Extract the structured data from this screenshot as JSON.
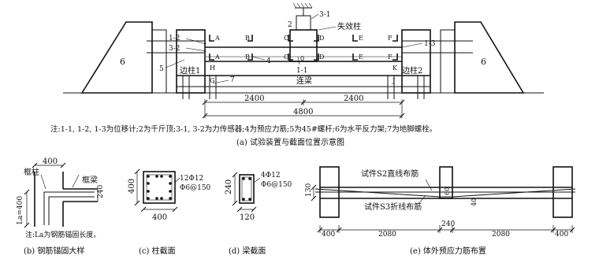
{
  "panel_a": {
    "caption": "(a) 试验装置与截面位置示意图",
    "note": "注:1-1, 1-2, 1-3为位移计;2为千斤顶;3-1, 3-2为力传感器;4为预应力筋;5为45#螺杆;6为水平反力架;7为地脚螺栓。",
    "label_3_1": "3-1",
    "label_2": "2",
    "label_failed_column": "失效柱",
    "label_1_2": "1-2",
    "label_3_2": "3-2",
    "label_1_3": "1-3",
    "label_5": "5",
    "label_4": "4",
    "label_1_1": "1-1",
    "label_0": "0",
    "label_6_left": "6",
    "label_6_right": "6",
    "label_side_column_1": "边柱1",
    "label_side_column_2": "边柱2",
    "label_7": "7",
    "label_beam": "连梁",
    "sections": {
      "A": "A",
      "B": "B",
      "C": "C",
      "D": "D",
      "E": "E",
      "F": "F",
      "H": "H",
      "K": "K",
      "G": "G",
      "J": "J"
    },
    "dim_left": "2400",
    "dim_right": "2400",
    "dim_total": "4800"
  },
  "panel_b": {
    "caption": "(b) 钢筋锚固大样",
    "dim_top": "400",
    "label_side_column": "框柱",
    "label_frame_beam": "框梁",
    "dim_right": "240",
    "anchor_label": "La=400",
    "note": "注:La为钢筋锚固长度。"
  },
  "panel_c": {
    "caption": "(c) 柱截面",
    "dim_side": "400",
    "dim_bottom": "400",
    "rebar_main": "12Φ12",
    "rebar_stirrup": "Φ6@150"
  },
  "panel_d": {
    "caption": "(d) 梁截面",
    "dim_side": "240",
    "dim_bottom": "120",
    "rebar_main": "4Φ12",
    "rebar_stirrup": "Φ6@150"
  },
  "panel_e": {
    "caption": "(e) 体外预应力筋布置",
    "label_s2": "试件S2直线布筋",
    "label_s3": "试件S3折线布筋",
    "dim_130": "130",
    "dim_60": "60",
    "dim_40": "40",
    "dims_bottom": [
      "400",
      "2080",
      "240",
      "2080",
      "400"
    ]
  }
}
